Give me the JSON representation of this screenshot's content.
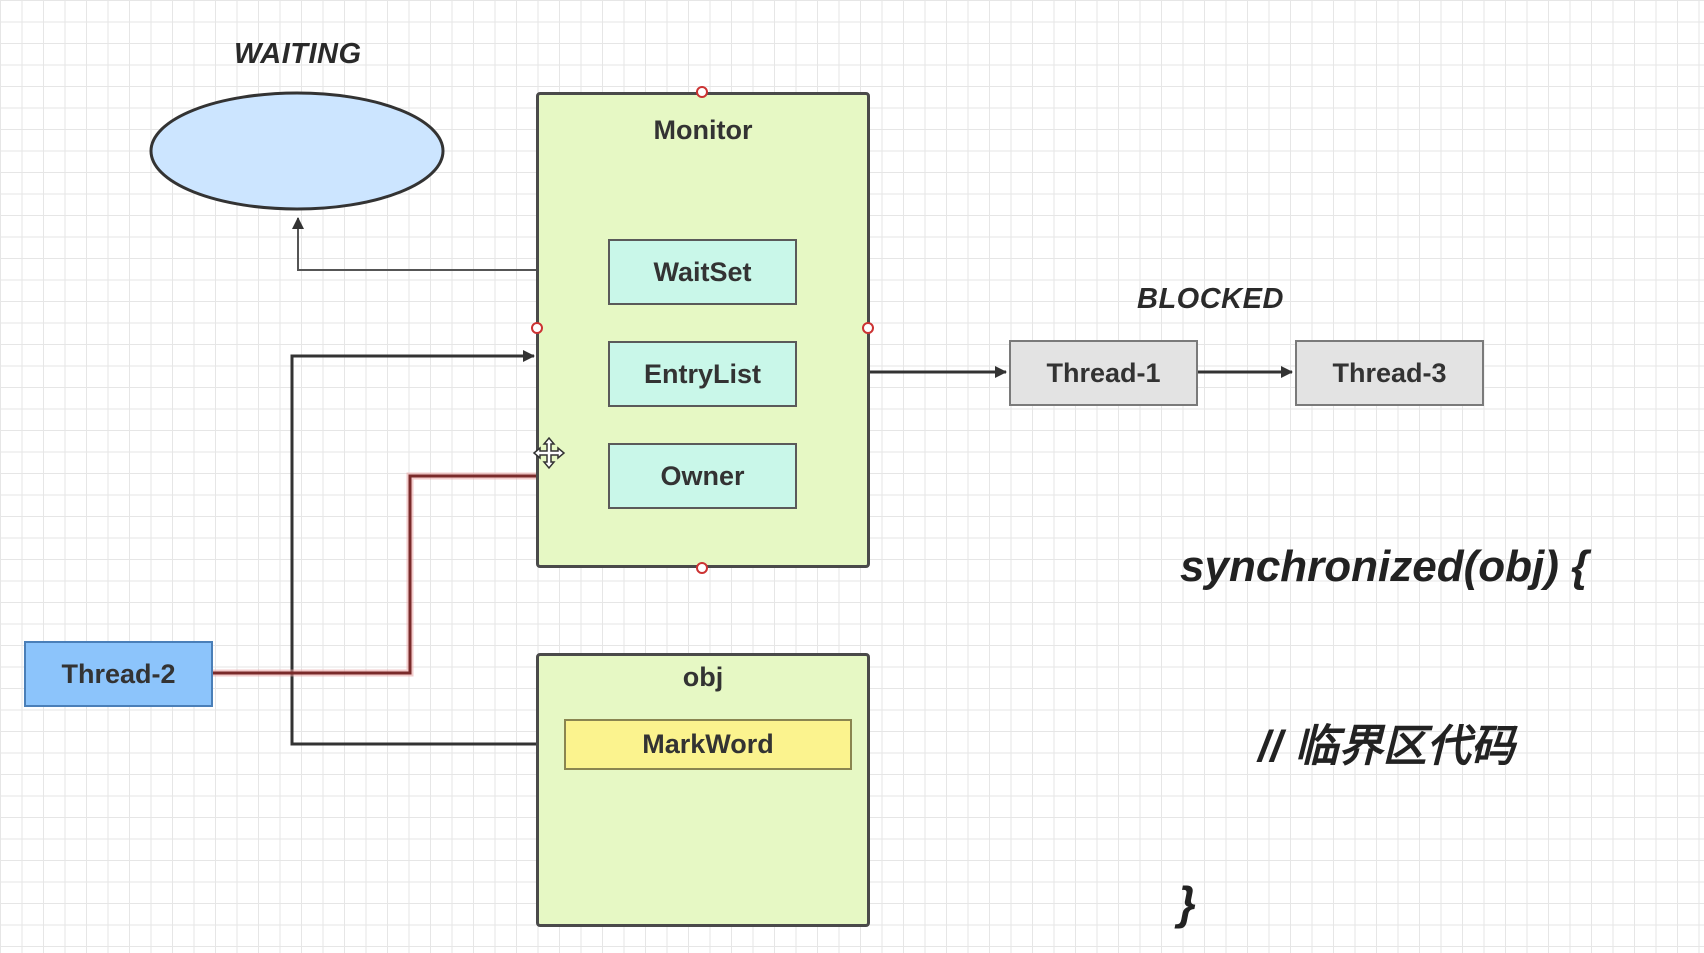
{
  "diagram": {
    "labels": {
      "waiting": "WAITING",
      "blocked": "BLOCKED"
    },
    "monitor": {
      "title": "Monitor",
      "waitset": "WaitSet",
      "entrylist": "EntryList",
      "owner": "Owner"
    },
    "obj": {
      "title": "obj",
      "markword": "MarkWord"
    },
    "threads": {
      "thread1": "Thread-1",
      "thread2": "Thread-2",
      "thread3": "Thread-3"
    },
    "code": {
      "line1": "synchronized(obj) {",
      "line2": "// 临界区代码",
      "line3": "}"
    }
  },
  "colors": {
    "container_fill": "#e6f8c4",
    "inner_fill": "#c9f7e9",
    "waiting_fill": "#cce5ff",
    "blocked_thread_fill": "#e3e3e3",
    "owner_thread_fill": "#8cc4fb",
    "markword_fill": "#fbf38e",
    "highlight_line": "#cc6666"
  }
}
